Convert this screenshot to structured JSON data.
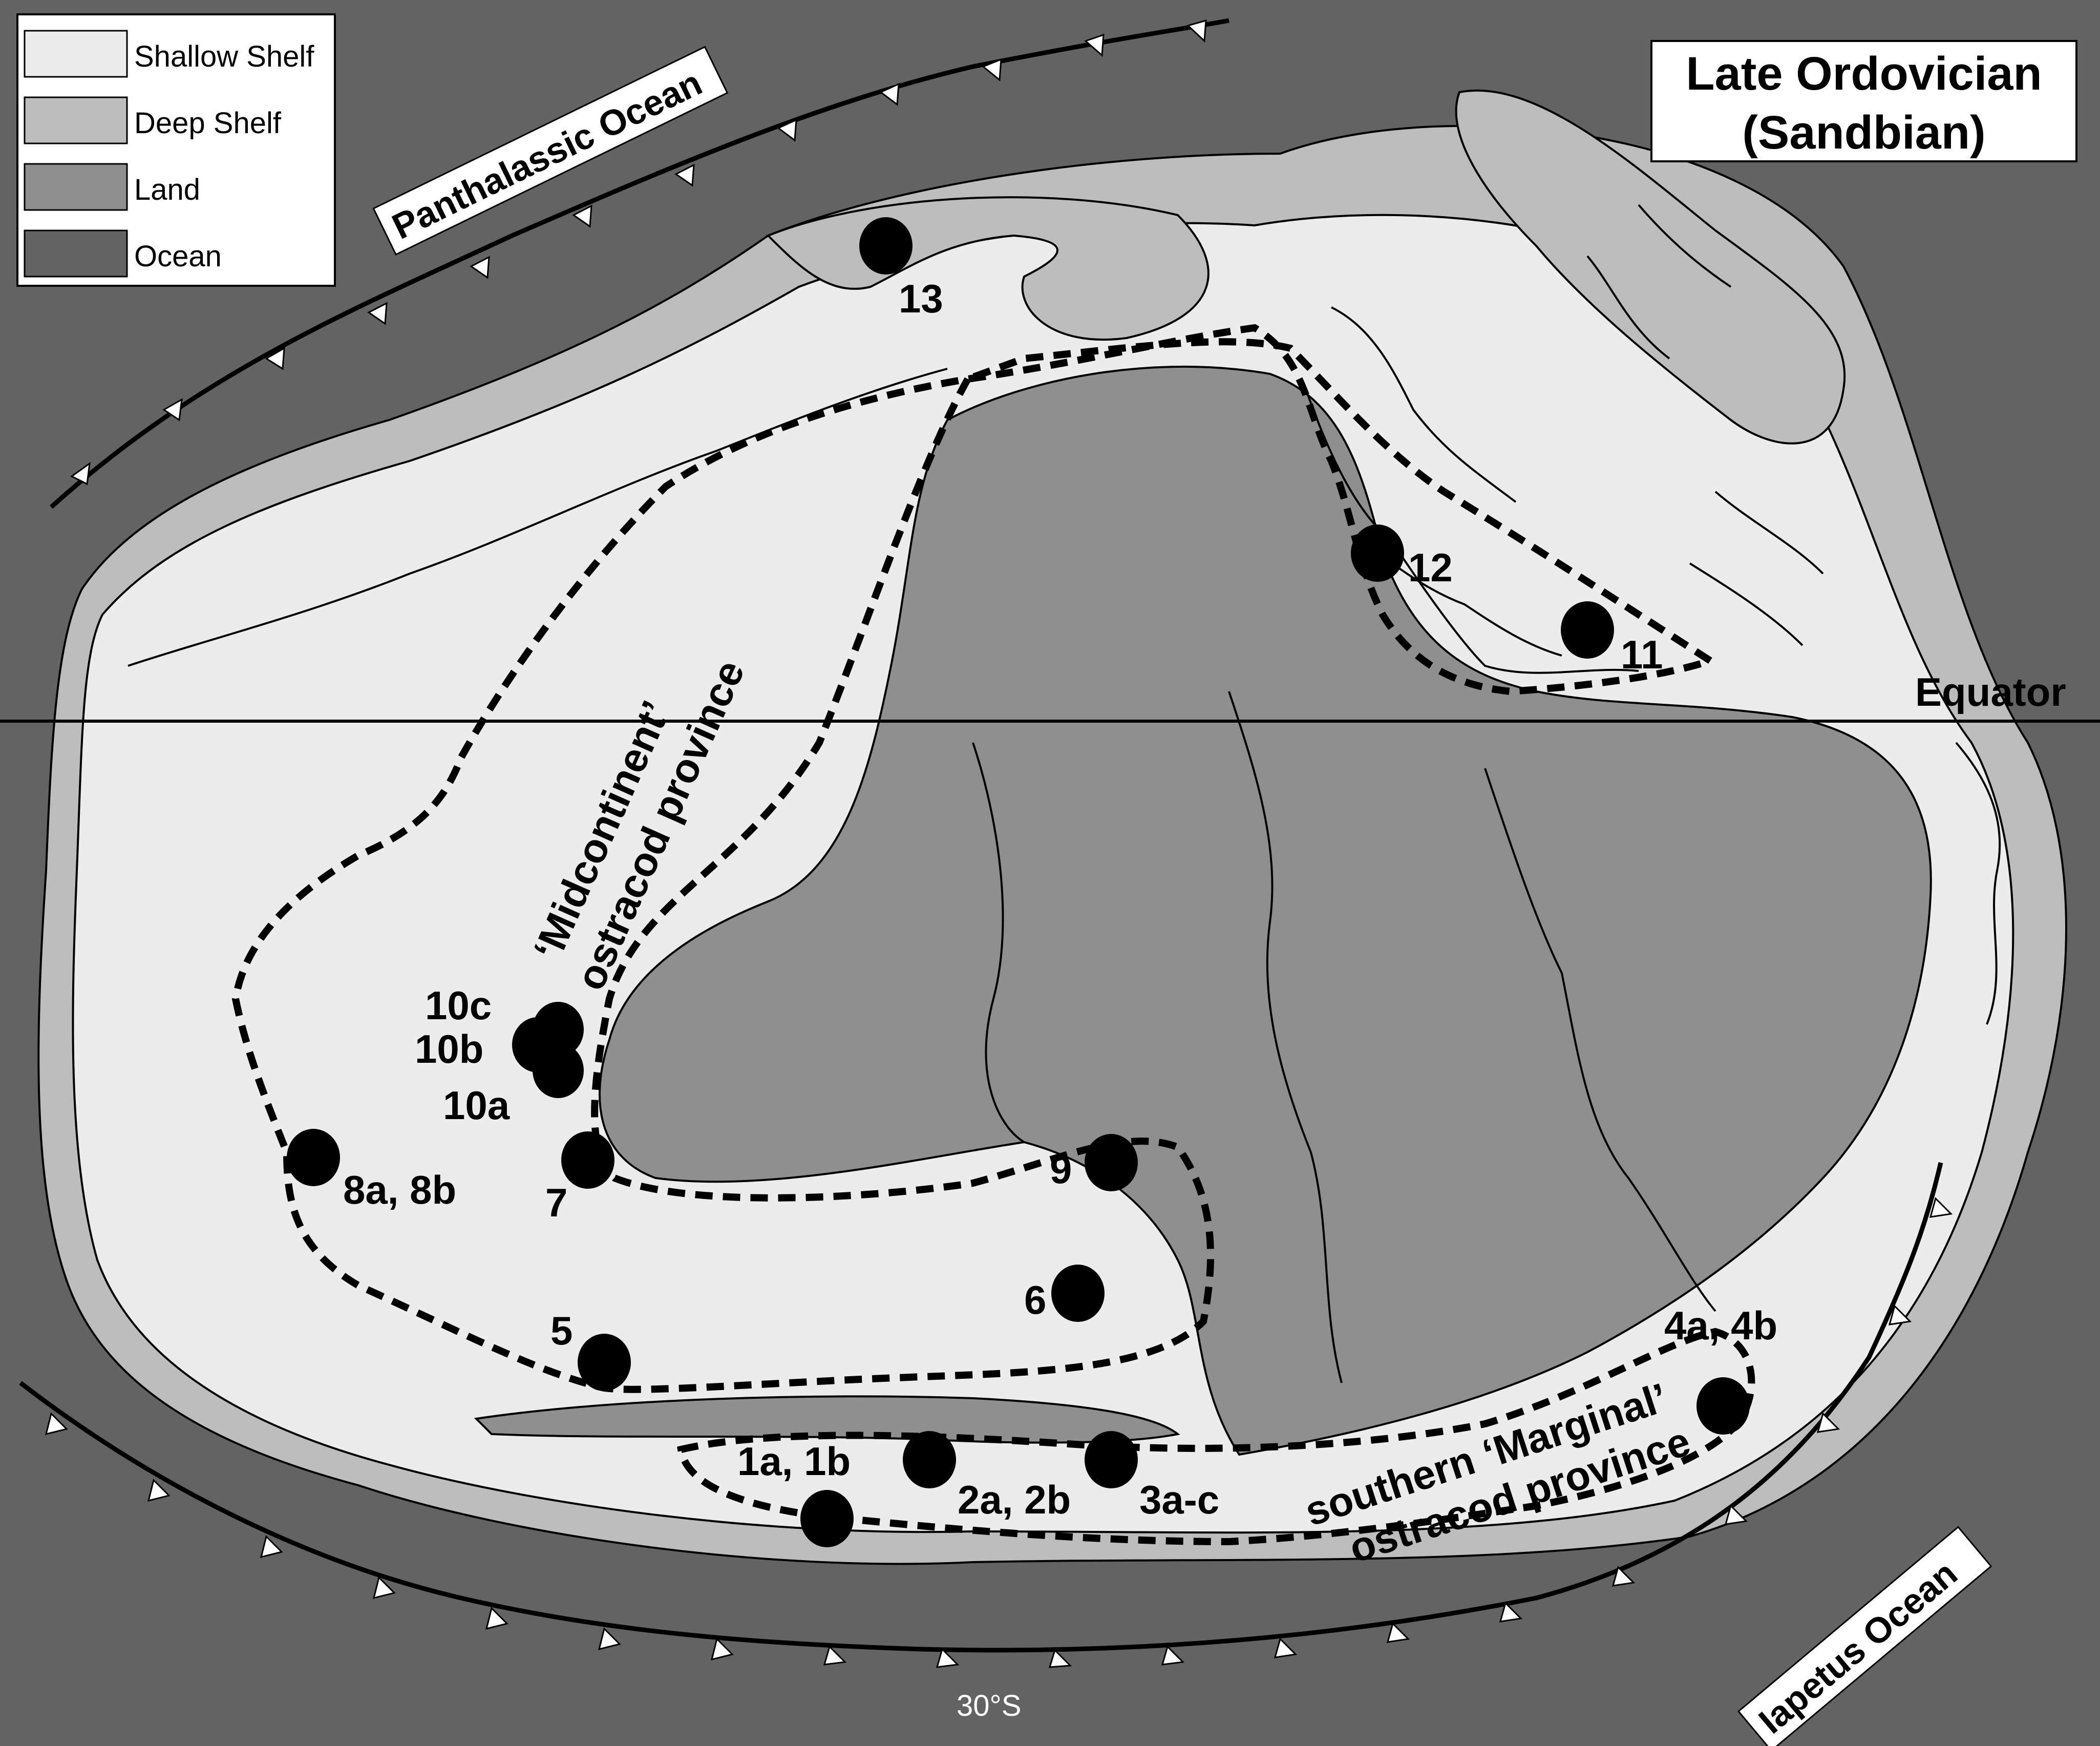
{
  "title": {
    "line1": "Late Ordovician",
    "line2": "(Sandbian)"
  },
  "legend": [
    {
      "label": "Shallow Shelf",
      "color": "#ececec"
    },
    {
      "label": "Deep Shelf",
      "color": "#bdbdbd"
    },
    {
      "label": "Land",
      "color": "#8f8f8f"
    },
    {
      "label": "Ocean",
      "color": "#636363"
    }
  ],
  "oceans": {
    "panthalassic": "Panthalassic Ocean",
    "iapetus": "Iapetus Ocean"
  },
  "equator": "Equator",
  "latitude": "30°S",
  "provinces": {
    "midcontinent_line1": "‘Midcontinent’",
    "midcontinent_line2": "ostracod province",
    "marginal_line1": "southern ‘Marginal’",
    "marginal_line2": "ostracod province"
  },
  "localities": {
    "l13": "13",
    "l12": "12",
    "l11": "11",
    "l10c": "10c",
    "l10b": "10b",
    "l10a": "10a",
    "l8": "8a, 8b",
    "l7": "7",
    "l9": "9",
    "l6": "6",
    "l5": "5",
    "l4": "4a, 4b",
    "l1": "1a, 1b",
    "l2": "2a, 2b",
    "l3": "3a-c"
  }
}
